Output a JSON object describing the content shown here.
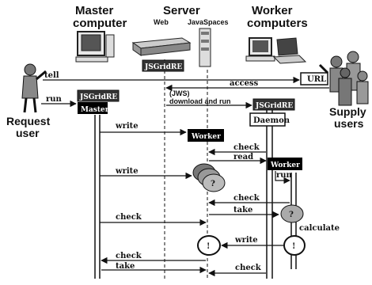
{
  "headers": {
    "master": [
      "Master",
      "computer"
    ],
    "server": "Server",
    "web": "Web",
    "javaspaces": "JavaSpaces",
    "workers": [
      "Worker",
      "computers"
    ],
    "request_user": [
      "Request",
      "user"
    ],
    "supply_users": [
      "Supply",
      "users"
    ]
  },
  "boxes": {
    "jsgrid_server": "JSGridRE",
    "jsgrid_master": "JSGridRE",
    "master": "Master",
    "jsgrid_worker": "JSGridRE",
    "daemon": "Daemon",
    "worker1": "Worker",
    "worker2": "Worker",
    "url": "URL",
    "unknown_mark": "?",
    "result_mark": "!"
  },
  "arrows": {
    "tell": "tell",
    "access": "access",
    "run": "run",
    "jws": "(JWS)",
    "download_and_run": "download and run",
    "write1": "write",
    "check1": "check",
    "read": "read",
    "write2": "write",
    "run2": "run",
    "check2": "check",
    "take1": "take",
    "check3": "check",
    "calculate": "calculate",
    "write3": "write",
    "check4": "check",
    "take2": "take",
    "check5": "check"
  }
}
